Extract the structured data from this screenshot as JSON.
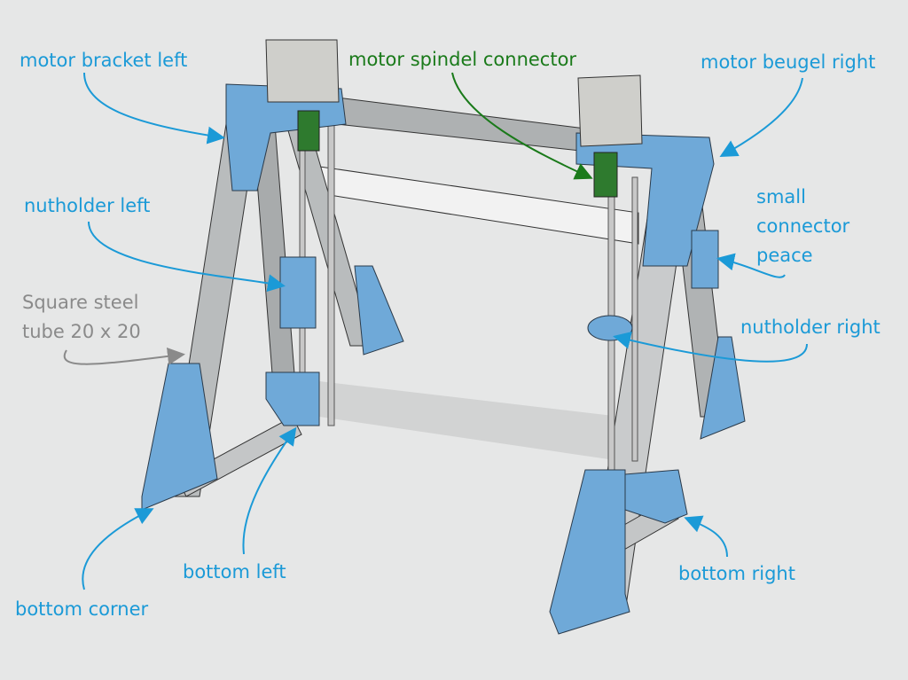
{
  "labels": {
    "motor_bracket_left": "motor bracket left",
    "motor_spindel_connector": "motor spindel connector",
    "motor_beugel_right": "motor beugel right",
    "nutholder_left": "nutholder left",
    "small_connector_line1": "small",
    "small_connector_line2": "connector",
    "small_connector_line3": "peace",
    "square_tube_line1": "Square steel",
    "square_tube_line2": "tube 20 x 20",
    "nutholder_right": "nutholder right",
    "bottom_left": "bottom left",
    "bottom_corner": "bottom corner",
    "bottom_right": "bottom right"
  },
  "colors": {
    "background": "#e6e7e7",
    "label_blue": "#1b9ad7",
    "label_green": "#1a7a1a",
    "label_gray": "#8a8a8a",
    "part_blue": "#6fa9d8",
    "tube_gray": "#b9bcbd",
    "motor_gray": "#cfcfcb"
  }
}
